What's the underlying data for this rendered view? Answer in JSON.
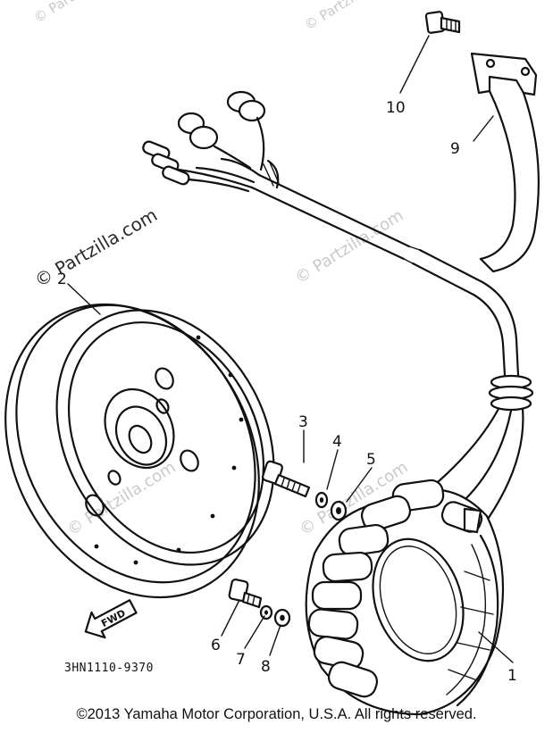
{
  "diagram": {
    "watermark_main": "© Partzilla.com",
    "watermark_faint": "© Partzilla.com",
    "drawing_code": "3HN1110-9370",
    "direction_label": "FWD",
    "callouts": [
      {
        "id": "c1",
        "label": "1"
      },
      {
        "id": "c2",
        "label": "2"
      },
      {
        "id": "c3",
        "label": "3"
      },
      {
        "id": "c4",
        "label": "4"
      },
      {
        "id": "c5",
        "label": "5"
      },
      {
        "id": "c6",
        "label": "6"
      },
      {
        "id": "c7",
        "label": "7"
      },
      {
        "id": "c8",
        "label": "8"
      },
      {
        "id": "c9",
        "label": "9"
      },
      {
        "id": "c10",
        "label": "10"
      }
    ]
  },
  "footer": {
    "copyright": "©2013 Yamaha Motor Corporation, U.S.A. All rights reserved."
  }
}
